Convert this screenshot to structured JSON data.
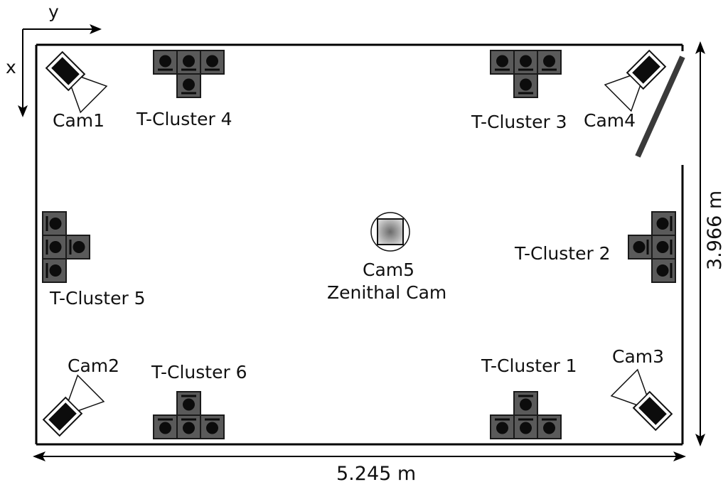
{
  "axes": {
    "x_label": "x",
    "y_label": "y"
  },
  "dimensions": {
    "width_label": "5.245 m",
    "height_label": "3.966 m"
  },
  "cameras": {
    "cam1": "Cam1",
    "cam2": "Cam2",
    "cam3": "Cam3",
    "cam4": "Cam4",
    "cam5": "Cam5",
    "cam5_sub": "Zenithal Cam"
  },
  "clusters": {
    "c1": "T-Cluster 1",
    "c2": "T-Cluster 2",
    "c3": "T-Cluster 3",
    "c4": "T-Cluster 4",
    "c5": "T-Cluster 5",
    "c6": "T-Cluster 6"
  }
}
